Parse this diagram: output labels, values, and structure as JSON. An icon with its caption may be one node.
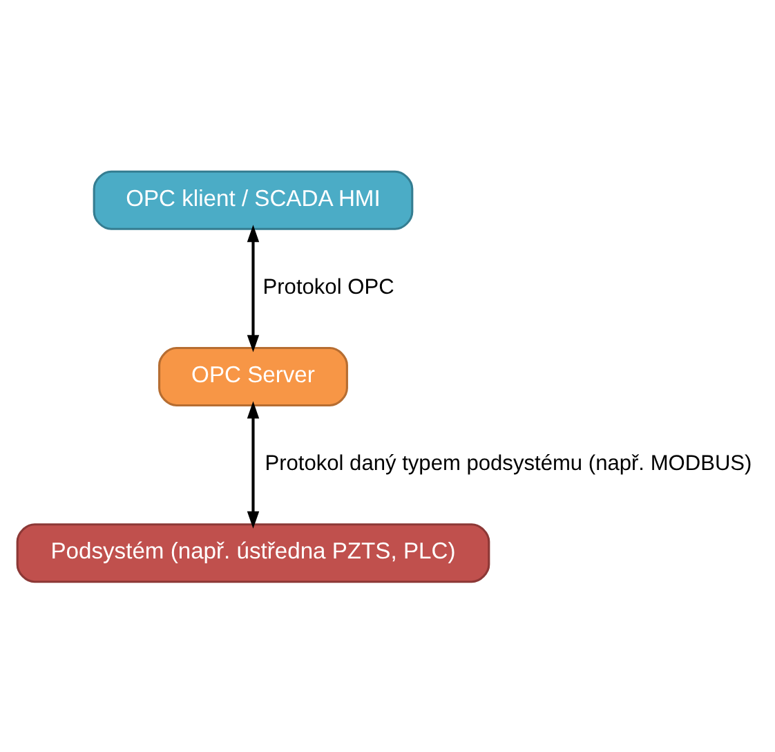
{
  "diagram": {
    "nodes": [
      {
        "text": [
          "OPC klient / SCADA HMI"
        ]
      },
      {
        "text": [
          "OPC Server"
        ]
      },
      {
        "text": [
          "Podsystém (např. ústředna PZTS, PLC)"
        ]
      }
    ],
    "edges": [
      {
        "from": 0,
        "to": 1,
        "arrow": "both",
        "label": "Protokol OPC"
      },
      {
        "from": 1,
        "to": 2,
        "arrow": "both",
        "label": "Protokol daný typem podsystému (např. MODBUS)"
      }
    ]
  }
}
